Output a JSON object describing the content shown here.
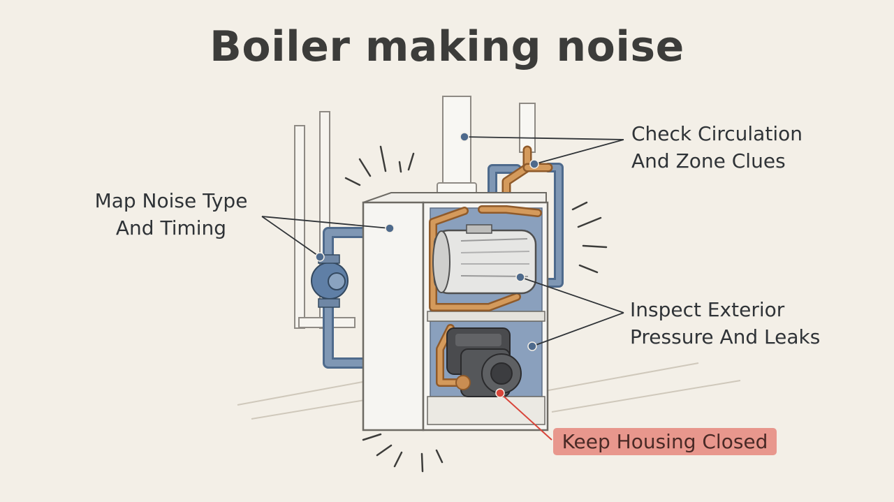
{
  "title": "Boiler making noise",
  "callouts": {
    "map_noise": {
      "line1": "Map Noise Type",
      "line2": "And Timing"
    },
    "circulation": {
      "line1": "Check Circulation",
      "line2": "And Zone Clues"
    },
    "inspect": {
      "line1": "Inspect Exterior",
      "line2": "Pressure And Leaks"
    },
    "warning": {
      "text": "Keep Housing Closed"
    }
  },
  "colors": {
    "background": "#f3efe7",
    "pipe_blue": "#6f87a5",
    "pipe_copper": "#c98d52",
    "warning_fill": "#e8978d",
    "warning_line": "#d8453a"
  }
}
